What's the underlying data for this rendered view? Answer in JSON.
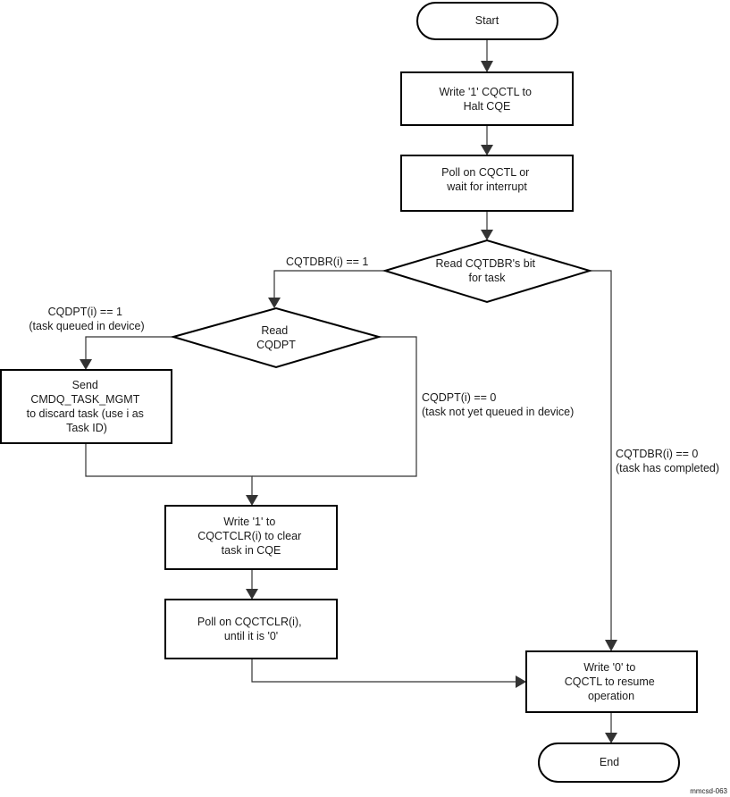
{
  "nodes": {
    "start": [
      "Start"
    ],
    "write_halt": [
      "Write '1' CQCTL to",
      "Halt CQE"
    ],
    "poll_cqctl": [
      "Poll on CQCTL or",
      "wait for interrupt"
    ],
    "read_cqtdbr": [
      "Read CQTDBR's bit",
      "for task"
    ],
    "read_cqdpt": [
      "Read",
      "CQDPT"
    ],
    "send_mgmt": [
      "Send",
      "CMDQ_TASK_MGMT",
      "to discard task (use i as",
      "Task ID)"
    ],
    "write_clear": [
      "Write '1' to",
      "CQCTCLR(i) to clear",
      "task in CQE"
    ],
    "poll_clear": [
      "Poll on CQCTCLR(i),",
      "until it is '0'"
    ],
    "write_resume": [
      "Write '0' to",
      "CQCTL to resume",
      "operation"
    ],
    "end": [
      "End"
    ]
  },
  "edges": {
    "cqtdbr_one": [
      "CQTDBR(i) == 1"
    ],
    "cqdpt_one": [
      "CQDPT(i) == 1",
      "(task queued in device)"
    ],
    "cqdpt_zero": [
      "CQDPT(i) == 0",
      "(task not yet queued in device)"
    ],
    "cqtdbr_zero": [
      "CQTDBR(i) == 0",
      "(task has completed)"
    ]
  },
  "figure_id": "mmcsd-063"
}
